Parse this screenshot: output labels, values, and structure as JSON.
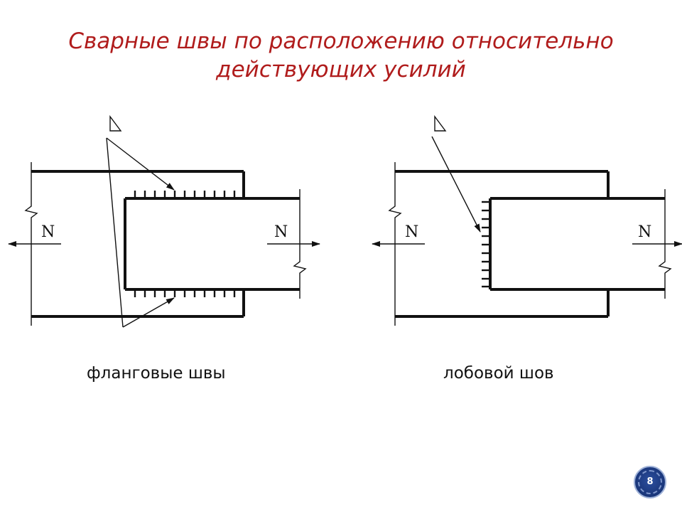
{
  "slide": {
    "title_line1": "Сварные швы по расположению относительно",
    "title_line2": "действующих усилий",
    "page_number": "8",
    "colors": {
      "title": "#b01c1c",
      "lines": "#111111",
      "badge": "#1d3a80"
    }
  },
  "left_diagram": {
    "caption": "фланговые швы",
    "force_label_left": "N",
    "force_label_right": "N"
  },
  "right_diagram": {
    "caption": "лобовой шов",
    "force_label_left": "N",
    "force_label_right": "N"
  }
}
